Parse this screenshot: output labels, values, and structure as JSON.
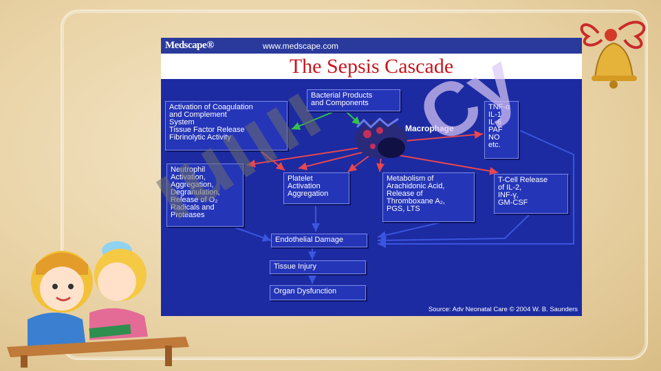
{
  "slide": {
    "brand": "Medscape®",
    "url": "www.medscape.com",
    "title": "The Sepsis Cascade",
    "source": "Source: Adv Neonatal Care © 2004 W. B. Saunders"
  },
  "diagram": {
    "bacterial": [
      "Bacterial Products",
      "and Components"
    ],
    "coagulation": [
      "Activation of Coagulation",
      "and Complement",
      "System",
      "Tissue Factor Release",
      "Fibrinolytic Activity"
    ],
    "macrophage": "Macrophage",
    "cytokines": [
      "TNF-α",
      "IL-1",
      "IL-6",
      "PAF",
      "NO",
      "etc."
    ],
    "neutrophil": [
      "Neutrophil",
      "Activation,",
      "Aggregation,",
      "Degranulation,",
      "Release of O₂",
      "Radicals and",
      "Proteases"
    ],
    "platelet": [
      "Platelet",
      "Activation",
      "Aggregation"
    ],
    "metabolism": [
      "Metabolism of",
      "Arachidonic Acid,",
      "Release of",
      "Thromboxane A₂,",
      "PGS, LTS"
    ],
    "tcell": [
      "T-Cell Release",
      "of IL-2,",
      "INF-γ,",
      "GM-CSF"
    ],
    "endothelial": "Endothelial Damage",
    "tissue": "Tissue Injury",
    "organ": "Organ Dysfunction"
  }
}
